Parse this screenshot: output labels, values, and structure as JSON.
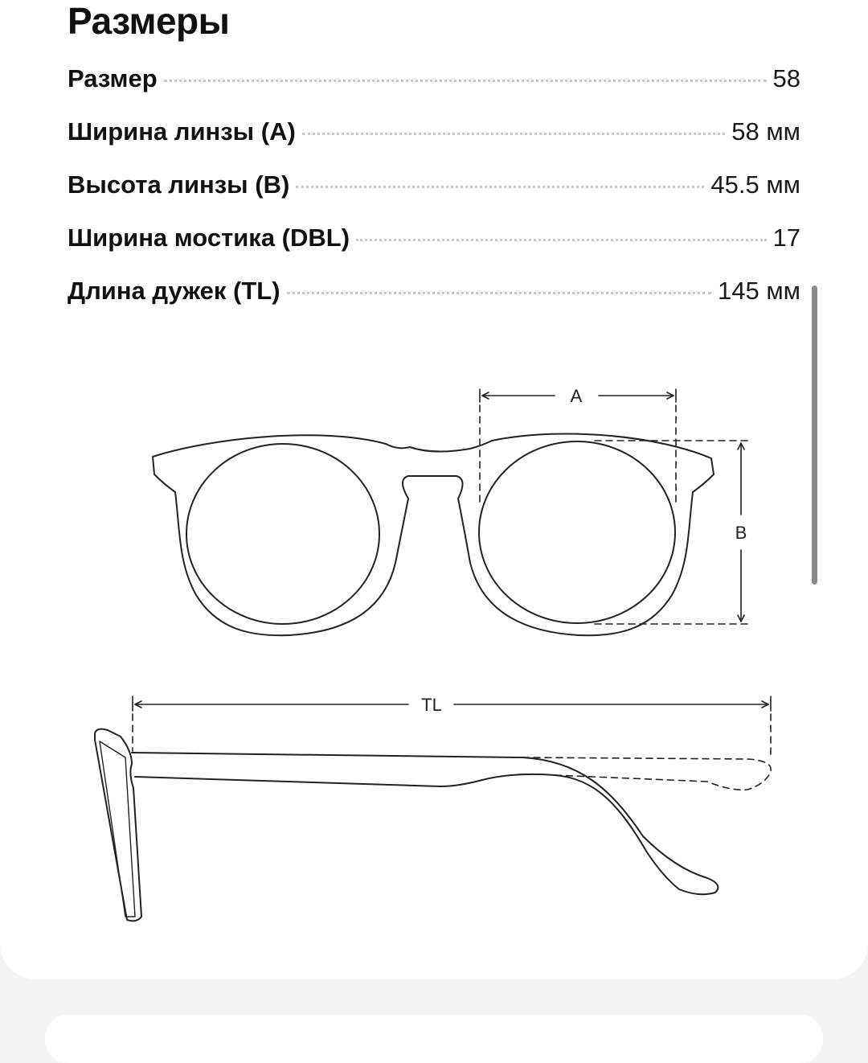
{
  "section": {
    "title": "Размеры"
  },
  "specs": [
    {
      "label": "Размер",
      "value": "58"
    },
    {
      "label": "Ширина линзы (A)",
      "value": "58 мм"
    },
    {
      "label": "Высота линзы (B)",
      "value": "45.5 мм"
    },
    {
      "label": "Ширина мостика (DBL)",
      "value": "17"
    },
    {
      "label": "Длина дужек (TL)",
      "value": "145 мм"
    }
  ],
  "diagram": {
    "front_label_a": "A",
    "front_label_b": "B",
    "side_label_tl": "TL"
  },
  "colors": {
    "background": "#f4f4f5",
    "card": "#ffffff",
    "text": "#111111",
    "line": "#222222"
  }
}
